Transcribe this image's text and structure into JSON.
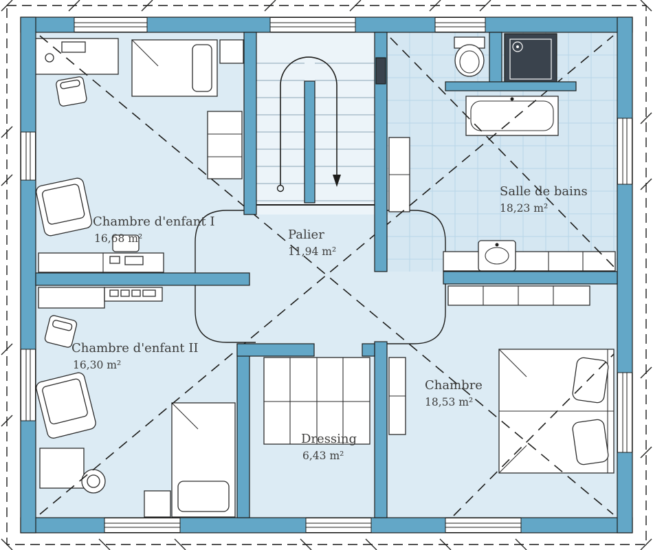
{
  "rooms": [
    {
      "id": "chambre-enfant-1",
      "name": "Chambre d'enfant I",
      "area": "16,68 m²"
    },
    {
      "id": "palier",
      "name": "Palier",
      "area": "11,94 m²"
    },
    {
      "id": "salle-de-bains",
      "name": "Salle de bains",
      "area": "18,23 m²"
    },
    {
      "id": "chambre-enfant-2",
      "name": "Chambre d'enfant II",
      "area": "16,30 m²"
    },
    {
      "id": "chambre",
      "name": "Chambre",
      "area": "18,53 m²"
    },
    {
      "id": "dressing",
      "name": "Dressing",
      "area": "6,43 m²"
    }
  ],
  "colors": {
    "wall": "#63a7c7",
    "floor": "#dcebf4",
    "stair_floor": "#ecf4f9",
    "tile": "#d5e7f2",
    "tile_line": "#b8d6e8",
    "outline": "#1d1d1b",
    "text": "#3c3c3b",
    "fixture_dark": "#3a434d"
  }
}
